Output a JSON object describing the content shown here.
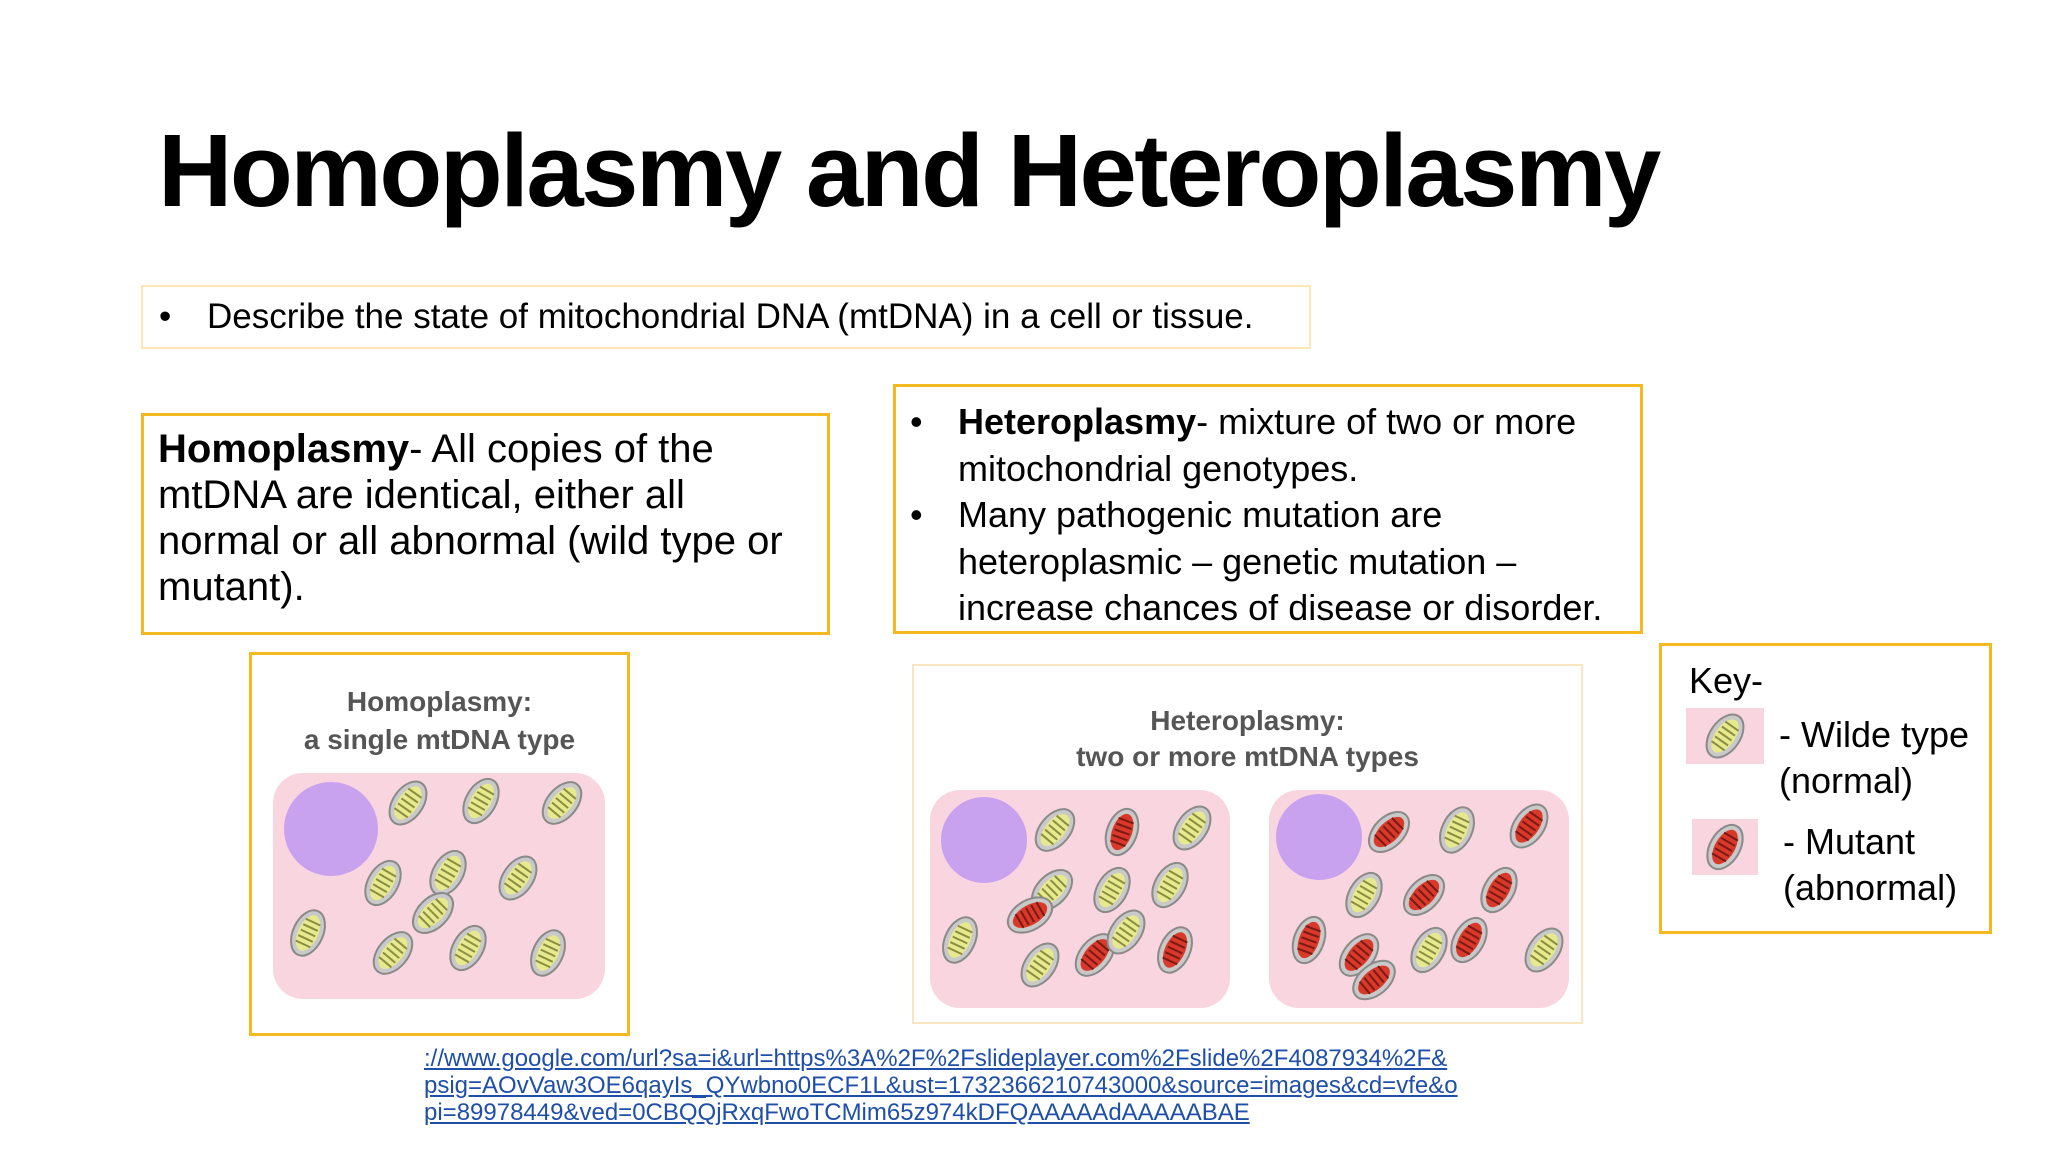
{
  "slide": {
    "title": "Homoplasmy and Heteroplasmy",
    "intro_bullet": "•",
    "intro_text": "Describe the state of mitochondrial DNA (mtDNA) in a cell or tissue."
  },
  "homoplasmy_box": {
    "term": "Homoplasmy",
    "definition": "-  All copies of the mtDNA are identical, either all normal or all abnormal (wild type or mutant)."
  },
  "heteroplasmy_box": {
    "bullets": [
      {
        "marker": "•",
        "term": "Heteroplasmy",
        "text": "-  mixture of two or more mitochondrial genotypes."
      },
      {
        "marker": "•",
        "term": "",
        "text": "Many pathogenic mutation are heteroplasmic – genetic mutation – increase chances of disease or disorder."
      }
    ]
  },
  "figure_homoplasmy": {
    "caption_line1": "Homoplasmy:",
    "caption_line2": "a single mtDNA type"
  },
  "figure_heteroplasmy": {
    "caption_line1": "Heteroplasmy:",
    "caption_line2": "two or more mtDNA types"
  },
  "key": {
    "title": "Key-",
    "wild_line1": "- Wilde type",
    "wild_line2": "(normal)",
    "mutant_line1": "- Mutant",
    "mutant_line2": "(abnormal)"
  },
  "source_link": {
    "line1": "://www.google.com/url?sa=i&url=https%3A%2F%2Fslideplayer.com%2Fslide%2F4087934%2F&",
    "line2": "psig=AOvVaw3OE6qayIs_QYwbno0ECF1L&ust=1732366210743000&source=images&cd=vfe&o",
    "line3": "pi=89978449&ved=0CBQQjRxqFwoTCMim65z974kDFQAAAAAdAAAAABAE"
  },
  "colors": {
    "box_border": "#f4b920",
    "cell_fill": "#f9d5e0",
    "nucleus": "#c8a2ee",
    "wild_type": "#e6e98e",
    "mutant": "#d8392a",
    "link": "#1f4fa8"
  }
}
